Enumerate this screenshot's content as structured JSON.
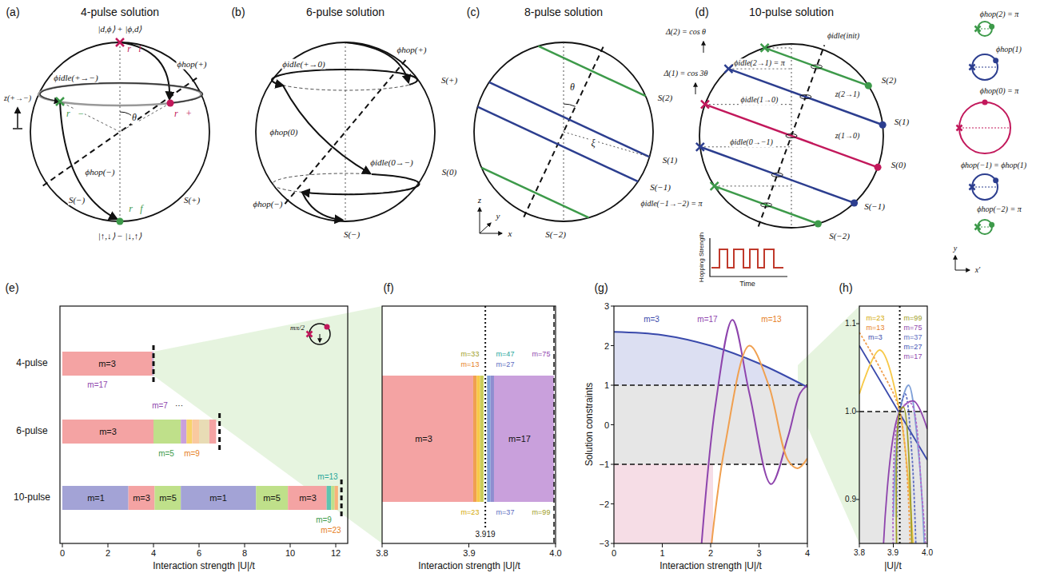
{
  "diagram": {
    "labels": [
      "(a)",
      "4-pulse solution",
      "(b)",
      "6-pulse solution",
      "(c)",
      "8-pulse solution",
      "(d)",
      "10-pulse solution",
      "|d,ϕ⟩ + |ϕ,d⟩",
      "r⃗i",
      "ϕidle(+→−)",
      "ϕhop(+)",
      "z(+→−)",
      "θ",
      "r⃗−",
      "r⃗+",
      "ϕhop(−)",
      "S(−)",
      "S(+)",
      "r⃗f",
      "|↑,↓⟩ − |↓,↑⟩",
      "ϕidle(+→0)",
      "ϕhop(+)",
      "ϕhop(0)",
      "ϕidle(0→−)",
      "ϕhop(−)",
      "S(+)",
      "S(0)",
      "S(−)",
      "θ",
      "S(2)",
      "ξ",
      "S(1)",
      "S(−1)",
      "S(−2)",
      "z",
      "y",
      "x",
      "Δ(2) = cos θ",
      "Δ(1) = cos 3θ",
      "ϕidle(init)",
      "ϕidle(2→1) = π",
      "ϕidle(1→0)",
      "ϕidle(0→−1)",
      "ϕidle(−1→−2) = π",
      "z(2→1)",
      "z(1→0)",
      "S(2)",
      "S(1)",
      "S(0)",
      "S(−1)",
      "S(−2)",
      "ϕhop(2) = π",
      "ϕhop(1)",
      "ϕhop(0) = π",
      "ϕhop(−1) = ϕhop(1)",
      "ϕhop(−2) = π",
      "y",
      "x′",
      "Hopping Strength",
      "Time",
      "(e)",
      "4-pulse",
      "6-pulse",
      "10-pulse",
      "m=3",
      "m=17",
      "mπ/2",
      "m=3",
      "m=7",
      "···",
      "m=5",
      "m=9",
      "m=1",
      "m=3",
      "m=5",
      "m=1",
      "m=5",
      "m=3",
      "m=13",
      "m=9",
      "m=23",
      "0",
      "2",
      "4",
      "6",
      "8",
      "10",
      "12",
      "Interaction strength |U|/t",
      "(f)",
      "m=3",
      "m=33",
      "m=47",
      "m=13",
      "m=27",
      "m=75",
      "m=17",
      "m=23",
      "m=37",
      "m=99",
      "3.919",
      "3.8",
      "3.9",
      "4.0",
      "Interaction strength |U|/t",
      "(g)",
      "m=3",
      "m=17",
      "m=13",
      "3",
      "2",
      "1",
      "0",
      "−1",
      "−2",
      "−3",
      "0",
      "1",
      "2",
      "3",
      "4",
      "Solution constraints",
      "Interaction strength |U|/t",
      "(h)",
      "1.1",
      "1.0",
      "0.9",
      "3.8",
      "3.9",
      "4.0",
      "|U|/t",
      "m=23",
      "m=13",
      "m=3",
      "m=99",
      "m=75",
      "m=37",
      "m=27",
      "m=17"
    ]
  }
}
